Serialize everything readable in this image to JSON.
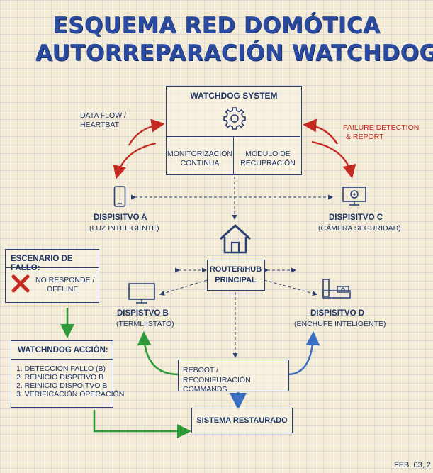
{
  "title_line1": "ESQUEMA RED DOMÓTICA",
  "title_line2": "AUTORREPARACIÓN WATCHDOG",
  "watchdog": {
    "title": "WATCHDOG SYSTEM",
    "left_line1": "MONITORIZACIÓN",
    "left_line2": "CONTINUA",
    "right_line1": "MÓDULO DE",
    "right_line2": "RECUPRACIÓN"
  },
  "data_flow_line1": "DATA FLOW /",
  "data_flow_line2": "HEARTBAT",
  "failure_line1": "FAILURE DETECTION",
  "failure_line2": "& REPORT",
  "device_a": {
    "name": "DISPISITVO A",
    "desc": "(LUZ INTELIGENTE)"
  },
  "device_c": {
    "name": "DISPISITVO C",
    "desc": "(CÁMERA SEGURIDAD)"
  },
  "router_line1": "ROUTER/HUB",
  "router_line2": "PRINCIPAL",
  "device_b": {
    "name": "DISPISTVO B",
    "desc": "(TERMLIISTATO)"
  },
  "device_d": {
    "name": "DISPISITVO D",
    "desc": "(ENCHUFE INTELIGENTE)"
  },
  "scenario": {
    "title": "ESCENARIO DE FALLO:",
    "line1": "NO RESPONDE /",
    "line2": "OFFLINE"
  },
  "action": {
    "title": "WATCHNDOG ACCIÓN:",
    "steps": [
      "1. DETECCIÓN FALLO (B)",
      "2. REINICIO DISPITIVO B",
      "2. REINICIO DISPOITVO B",
      "3. VERIFICACIÓN OPERACIÓN"
    ]
  },
  "reboot_line1": "REBOOT /",
  "reboot_line2": "RECONIFURACIÓN COMMANDS",
  "restored": "SISTEMA RESTAURADO",
  "date": "FEB. 03, 2"
}
